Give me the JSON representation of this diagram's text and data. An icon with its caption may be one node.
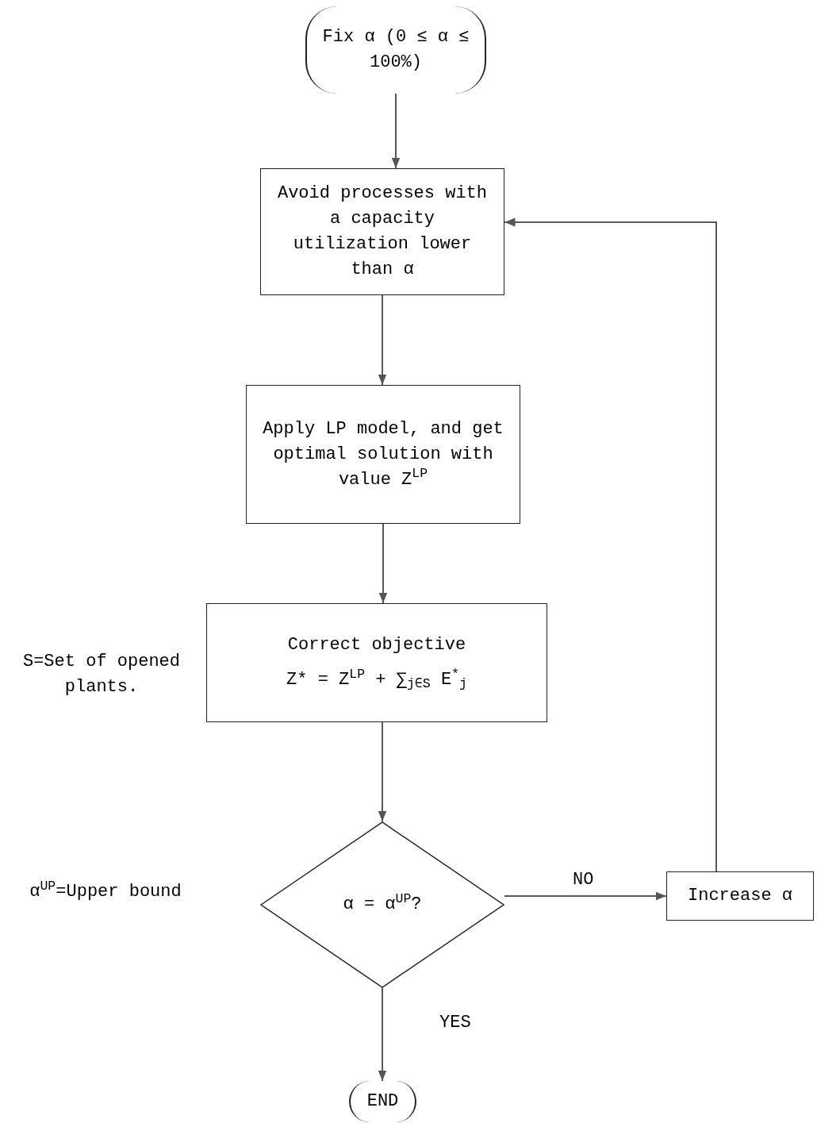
{
  "diagram": {
    "nodes": [
      {
        "text": [
          "Fix α (0 ≤ α ≤ 100%)"
        ]
      },
      {
        "text": [
          "Avoid processes with a capacity utilization lower than α"
        ]
      },
      {
        "text": [
          "Apply LP model, and get optimal solution with value Z$^{LP}$"
        ]
      },
      {
        "text": [
          "Correct objective",
          "Z* = Z$^{LP}$ + ∑$_{j∈S}$ E$^{*}$$_{j}$"
        ]
      },
      {
        "text": [
          "α = α$^{UP}$?"
        ]
      },
      {
        "text": [
          "Increase α"
        ]
      },
      {
        "text": [
          "END"
        ]
      }
    ],
    "edges": [
      {
        "from": 0,
        "to": 1,
        "arrow": "to"
      },
      {
        "from": 1,
        "to": 2,
        "arrow": "to"
      },
      {
        "from": 2,
        "to": 3,
        "arrow": "to"
      },
      {
        "from": 3,
        "to": 4,
        "arrow": "to"
      },
      {
        "from": 4,
        "to": 5,
        "arrow": "to",
        "label": "NO"
      },
      {
        "from": 5,
        "to": 1,
        "arrow": "to"
      },
      {
        "from": 4,
        "to": 6,
        "arrow": "to",
        "label": "YES"
      }
    ],
    "labels": [
      "S=Set of opened plants.",
      "α$^{UP}$=Upper bound"
    ]
  }
}
